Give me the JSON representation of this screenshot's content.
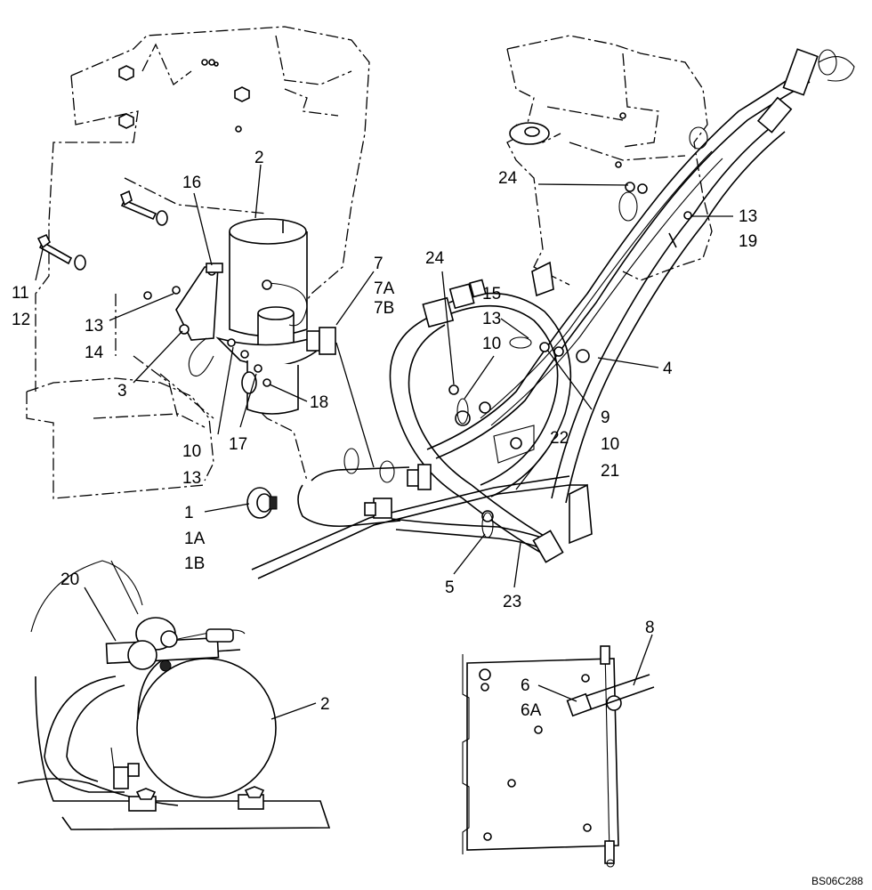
{
  "callouts": [
    {
      "id": "c1",
      "text": "1"
    },
    {
      "id": "c1a",
      "text": "1A"
    },
    {
      "id": "c1b",
      "text": "1B"
    },
    {
      "id": "c2",
      "text": "2"
    },
    {
      "id": "c2b",
      "text": "2"
    },
    {
      "id": "c3",
      "text": "3"
    },
    {
      "id": "c4",
      "text": "4"
    },
    {
      "id": "c5",
      "text": "5"
    },
    {
      "id": "c6",
      "text": "6"
    },
    {
      "id": "c6a",
      "text": "6A"
    },
    {
      "id": "c7",
      "text": "7"
    },
    {
      "id": "c7a",
      "text": "7A"
    },
    {
      "id": "c7b",
      "text": "7B"
    },
    {
      "id": "c8",
      "text": "8"
    },
    {
      "id": "c9",
      "text": "9"
    },
    {
      "id": "c10a",
      "text": "10"
    },
    {
      "id": "c10b",
      "text": "10"
    },
    {
      "id": "c10c",
      "text": "10"
    },
    {
      "id": "c11",
      "text": "11"
    },
    {
      "id": "c12",
      "text": "12"
    },
    {
      "id": "c13a",
      "text": "13"
    },
    {
      "id": "c13b",
      "text": "13"
    },
    {
      "id": "c13c",
      "text": "13"
    },
    {
      "id": "c13d",
      "text": "13"
    },
    {
      "id": "c14",
      "text": "14"
    },
    {
      "id": "c15",
      "text": "15"
    },
    {
      "id": "c16",
      "text": "16"
    },
    {
      "id": "c17",
      "text": "17"
    },
    {
      "id": "c18",
      "text": "18"
    },
    {
      "id": "c19",
      "text": "19"
    },
    {
      "id": "c20",
      "text": "20"
    },
    {
      "id": "c21",
      "text": "21"
    },
    {
      "id": "c22",
      "text": "22"
    },
    {
      "id": "c23",
      "text": "23"
    },
    {
      "id": "c24a",
      "text": "24"
    },
    {
      "id": "c24b",
      "text": "24"
    }
  ],
  "drawing_code": "BS06C288"
}
